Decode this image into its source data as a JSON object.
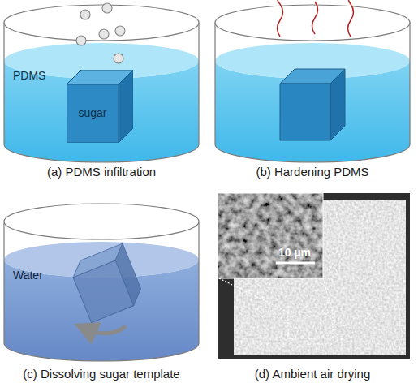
{
  "diagram": {
    "nodes": [
      {
        "text": [
          "sugar"
        ]
      }
    ],
    "labels": [
      "PDMS",
      "(a) PDMS infiltration",
      "(b) Hardening PDMS",
      "Water",
      "(c) Dissolving sugar template",
      "10 µm",
      "(d) Ambient air drying"
    ]
  }
}
